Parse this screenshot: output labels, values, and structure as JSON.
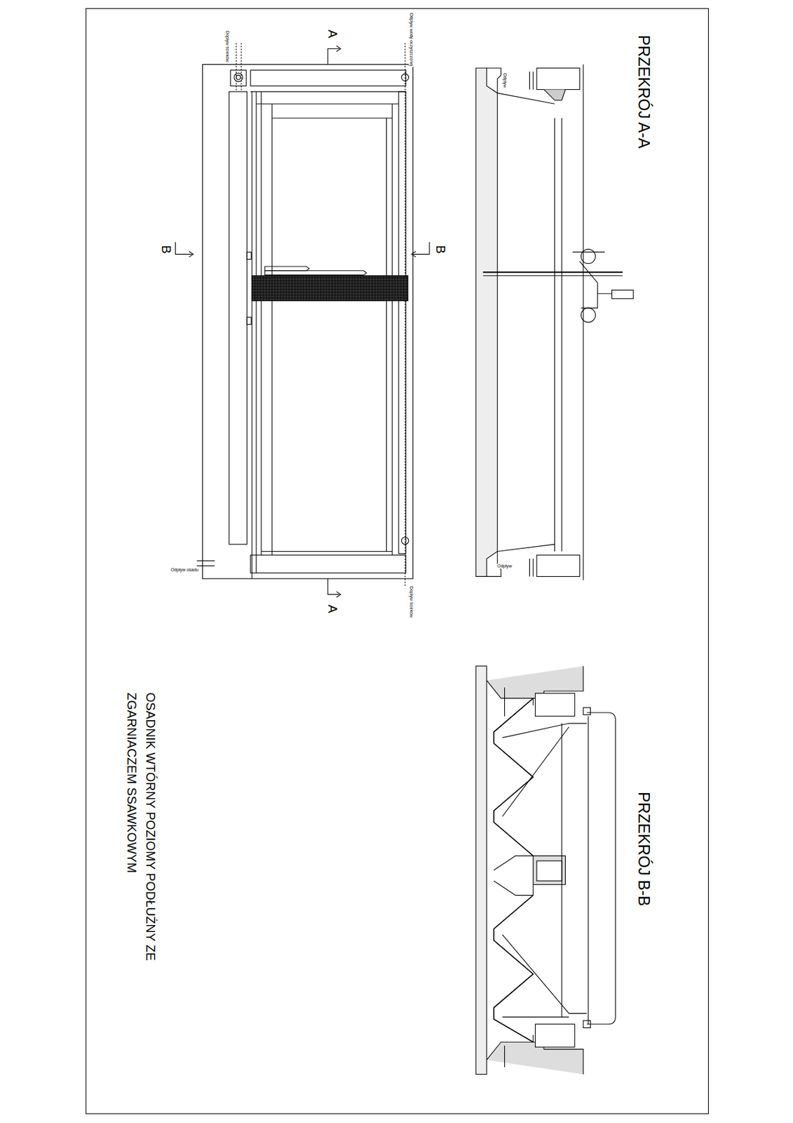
{
  "diagram": {
    "title": "OSADNIK WTÓRNY POZIOMY PODŁUŻNY ZE ZGARNIACZEM SSAWKOWYM",
    "labels": [
      "A",
      "A",
      "B",
      "B",
      "PRZEKRÓJ A-A",
      "PRZEKRÓJ B-B",
      "Dopływ ścieków",
      "Odpływ wody oczyszczonej",
      "Odpływ osadu",
      "Dopływ ścieków",
      "Odpływ",
      "Odpływ"
    ]
  }
}
